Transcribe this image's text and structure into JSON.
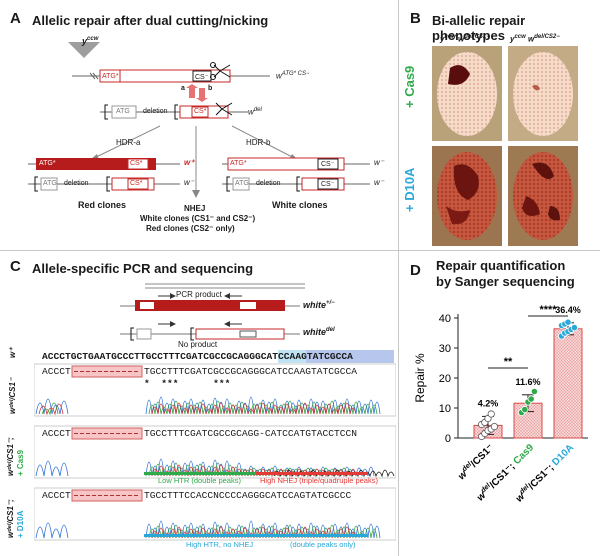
{
  "panelA": {
    "letter": "A",
    "title": "Allelic repair after dual cutting/nicking",
    "y_label": "y",
    "y_sup": "ccw",
    "top_allele": "w",
    "top_allele_sup": "ATG* CS−",
    "atg_star": "ATG*",
    "cs_minus": "CS⁻",
    "a_label": "a",
    "b_label": "b",
    "cs_star": "CS*",
    "atg": "ATG",
    "deletion": "deletion",
    "wdel": "w",
    "wdel_sup": "del",
    "hdr_a": "HDR-a",
    "hdr_b": "HDR-b",
    "w_plus": "w⁺",
    "w_minus": "w⁻",
    "red_clones": "Red clones",
    "white_clones": "White clones",
    "nhej_title": "NHEJ",
    "nhej_line1": "White clones (CS1⁻ and CS2⁻)",
    "nhej_line2": "Red clones (CS2⁻ only)"
  },
  "panelB": {
    "letter": "B",
    "title": "Bi-allelic repair phenotypes",
    "col1_y": "y",
    "col1_sup": "ccw",
    "col1_w": "w",
    "col1_wsup": "del/CS1−",
    "col2_y": "y",
    "col2_sup": "ccw",
    "col2_w": "w",
    "col2_wsup": "del/CS2−",
    "row1": "+ Cas9",
    "row2": "+ D10A",
    "colors": {
      "cas9": "#2eaa4a",
      "d10a": "#29a8d8",
      "eye_red": "#c0392b"
    }
  },
  "panelC": {
    "letter": "C",
    "title": "Allele-specific PCR and sequencing",
    "pcr_product": "PCR product",
    "no_product": "No product",
    "white_plus": "white",
    "white_plus_sup": "+/−",
    "white_del": "white",
    "white_del_sup": "del",
    "row_wplus": "w⁺",
    "row_label2": "wᵈᵉˡ/CS1⁻",
    "row_label3a": "wᵈᵉˡ/CS1⁻;",
    "row_label3b": "+ Cas9",
    "row_label4a": "wᵈᵉˡ/CS1⁻;",
    "row_label4b": "+ D10A",
    "ref_seq": "ACCCTGCTGAATGCCCTTGCCTTTCGATCGCCGCAGGGCATCCAAGTATCGCCA",
    "seq2a": "ACCCT",
    "seq2b": "TGCCTTTCGATCGCCGCAGGGCATCCAAGTATCGCCA",
    "seq3a": "ACCCT",
    "seq3b": "TGCCTTTCGATCGCCGCAGG-CATCCATGTACCTCCN",
    "seq4a": "ACCCT",
    "seq4b": "TGCCTTTCCACCNCCCCAGGGCATCCAGTATCGCCC",
    "stars": "*  ***      ***",
    "low_htr": "Low HTR (double peaks)",
    "high_nhej": "High NHEJ (triple/quadruple peaks)",
    "high_htr": "High HTR, no NHEJ",
    "double_only": "(double peaks only)"
  },
  "panelD": {
    "letter": "D",
    "title_line1": "Repair quantification",
    "title_line2": "by Sanger sequencing",
    "ylabel": "Repair %",
    "sig1": "**",
    "sig2": "****",
    "xlabel1a": "w",
    "xlabel1sup": "del",
    "xlabel1b": "/CS1⁻",
    "xlabel2a": "w",
    "xlabel2sup": "del",
    "xlabel2b": "/CS1⁻; ",
    "xlabel2c": "Cas9",
    "xlabel3a": "w",
    "xlabel3sup": "del",
    "xlabel3b": "/CS1⁻; ",
    "xlabel3c": "D10A"
  },
  "chart_data": {
    "type": "bar",
    "categories": [
      "wdel/CS1−",
      "wdel/CS1−; Cas9",
      "wdel/CS1−; D10A"
    ],
    "values": [
      4.2,
      11.6,
      36.4
    ],
    "value_labels": [
      "4.2%",
      "11.6%",
      "36.4%"
    ],
    "errors": [
      3.0,
      2.8,
      2.0
    ],
    "points": [
      [
        0.5,
        1.5,
        2.5,
        3.0,
        3.8,
        4.5,
        5.2,
        6.5,
        8.0
      ],
      [
        8.5,
        9.5,
        12.0,
        13.0,
        15.5
      ],
      [
        34.0,
        35.0,
        35.5,
        36.2,
        36.8,
        37.5,
        38.0,
        38.6
      ]
    ],
    "ylabel": "Repair %",
    "ylim": [
      0,
      40
    ],
    "yticks": [
      0,
      10,
      20,
      30,
      40
    ],
    "colors": {
      "bar_fill": "#f7d6d6",
      "bar_edge": "#d94a4a",
      "g1": "#ffffff",
      "g2": "#2eaa4a",
      "g3": "#29a8d8"
    }
  }
}
